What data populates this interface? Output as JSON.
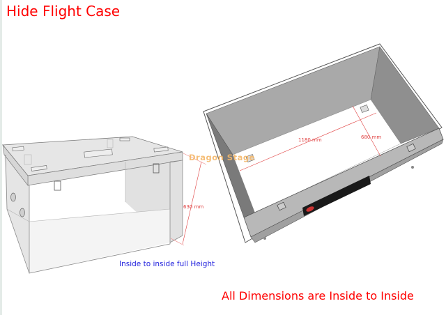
{
  "title": "Hide Flight Case",
  "watermark": "Dragon Stage",
  "captions": {
    "height_note": "Inside to inside full Height",
    "footer": "All Dimensions are Inside to Inside"
  },
  "dimensions": {
    "length": "1180 mm",
    "width": "680 mm",
    "height": "630 mm"
  },
  "colors": {
    "title": "#ff0000",
    "height_note": "#2222dd",
    "dimension_lines": "#e04040",
    "watermark": "#f5b86a",
    "case_grey": "#a6a6a6",
    "label_plate": "#1a1a1a"
  },
  "views": [
    {
      "name": "closed-case-transparent-view",
      "description": "Transparent closed flight case with lid, latches and handles"
    },
    {
      "name": "open-case-top-view",
      "description": "Open flight case viewed from above with interior dimensions"
    }
  ]
}
